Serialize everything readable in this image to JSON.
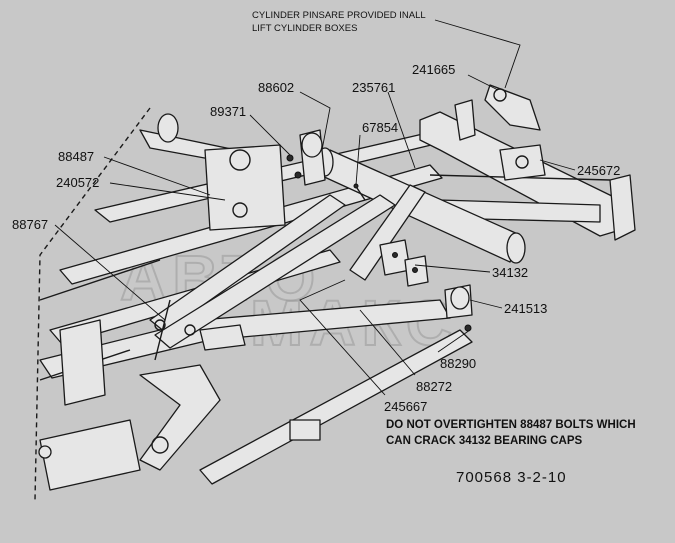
{
  "notes": {
    "top_line1": "CYLINDER PINSARE PROVIDED INALL",
    "top_line2": "LIFT CYLINDER BOXES",
    "warning_line1": "DO NOT OVERTIGHTEN 88487 BOLTS WHICH",
    "warning_line2": "CAN CRACK 34132 BEARING CAPS",
    "drawing_id": "700568  3-2-10"
  },
  "watermark": {
    "line1": "АВТО",
    "line2": "МАКС"
  },
  "part_labels": [
    {
      "id": "p241665",
      "text": "241665"
    },
    {
      "id": "p88602",
      "text": "88602"
    },
    {
      "id": "p235761",
      "text": "235761"
    },
    {
      "id": "p89371",
      "text": "89371"
    },
    {
      "id": "p67854",
      "text": "67854"
    },
    {
      "id": "p88487",
      "text": "88487"
    },
    {
      "id": "p245672",
      "text": "245672"
    },
    {
      "id": "p240572",
      "text": "240572"
    },
    {
      "id": "p88767",
      "text": "88767"
    },
    {
      "id": "p34132",
      "text": "34132"
    },
    {
      "id": "p241513",
      "text": "241513"
    },
    {
      "id": "p88290",
      "text": "88290"
    },
    {
      "id": "p88272",
      "text": "88272"
    },
    {
      "id": "p245667",
      "text": "245667"
    }
  ]
}
